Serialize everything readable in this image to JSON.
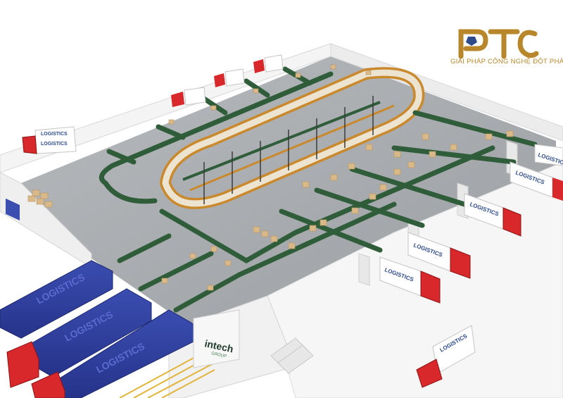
{
  "brand": {
    "tagline": "GIẢI PHÁP CÔNG NGHỆ ĐỘT PHÁ",
    "mark_text": "PTC",
    "color": "#b8862b",
    "accent": "#2d4b8c"
  },
  "signage": {
    "truck_label": "LOGISTICS",
    "container_label": "LOGISTICS",
    "company_sign": "intech",
    "company_sub": "GROUP"
  },
  "colors": {
    "floor": "#a9adb0",
    "wall": "#f2f2f2",
    "conveyor": "#2f5d3a",
    "box": "#d9b98a",
    "container": "#2f3f9e",
    "truck_cab": "#d8282b"
  }
}
